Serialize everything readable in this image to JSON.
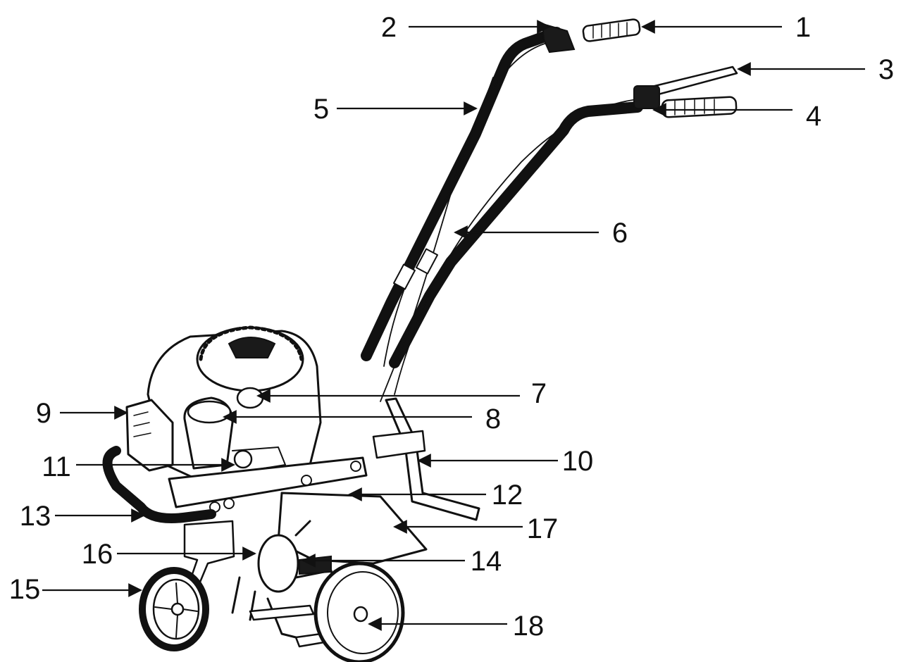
{
  "figure": {
    "colors": {
      "ink": "#111111",
      "background": "#ffffff"
    }
  },
  "callouts": [
    {
      "id": "1",
      "label": "1"
    },
    {
      "id": "2",
      "label": "2"
    },
    {
      "id": "3",
      "label": "3"
    },
    {
      "id": "4",
      "label": "4"
    },
    {
      "id": "5",
      "label": "5"
    },
    {
      "id": "6",
      "label": "6"
    },
    {
      "id": "7",
      "label": "7"
    },
    {
      "id": "8",
      "label": "8"
    },
    {
      "id": "9",
      "label": "9"
    },
    {
      "id": "10",
      "label": "10"
    },
    {
      "id": "11",
      "label": "11"
    },
    {
      "id": "12",
      "label": "12"
    },
    {
      "id": "13",
      "label": "13"
    },
    {
      "id": "14",
      "label": "14"
    },
    {
      "id": "15",
      "label": "15"
    },
    {
      "id": "16",
      "label": "16"
    },
    {
      "id": "17",
      "label": "17"
    },
    {
      "id": "18",
      "label": "18"
    }
  ]
}
